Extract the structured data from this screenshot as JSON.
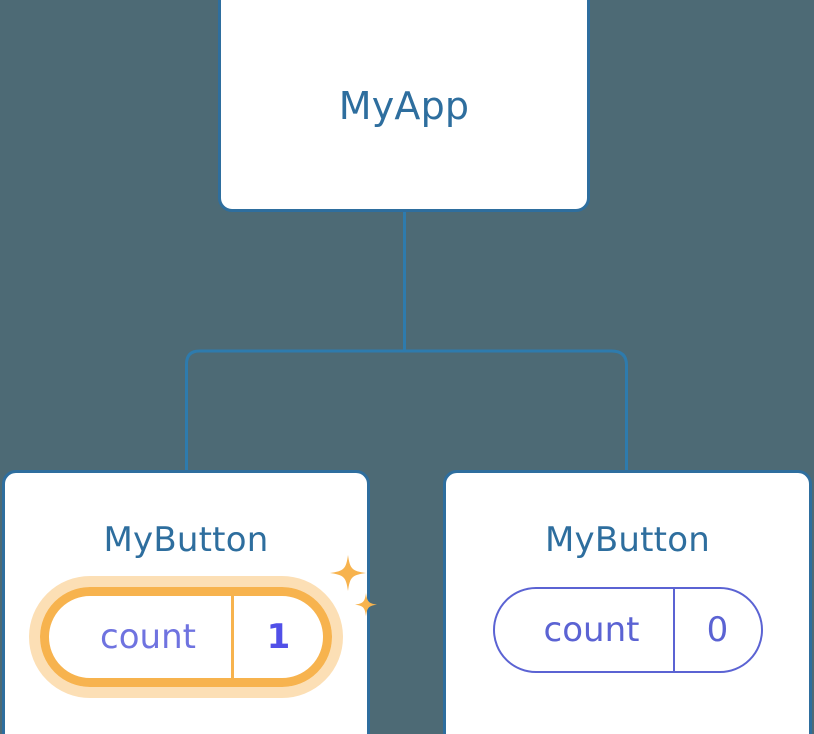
{
  "diagram": {
    "type": "component-tree",
    "background_color": "#4d6a75",
    "node_border_color": "#2e6e9e",
    "node_title_color": "#2e6e9e",
    "connector_color": "#2e7bad",
    "state_color": "#5b63d3",
    "highlight_color": "#f7b34e",
    "highlight_glow_color": "#fad9a3",
    "highlight_value_color": "#5150e8"
  },
  "root": {
    "title": "MyApp"
  },
  "leaves": [
    {
      "title": "MyButton",
      "state_key": "count",
      "state_value": "1",
      "highlighted": true,
      "sparkle_large": "sparkle-icon",
      "sparkle_small": "sparkle-icon"
    },
    {
      "title": "MyButton",
      "state_key": "count",
      "state_value": "0",
      "highlighted": false
    }
  ]
}
